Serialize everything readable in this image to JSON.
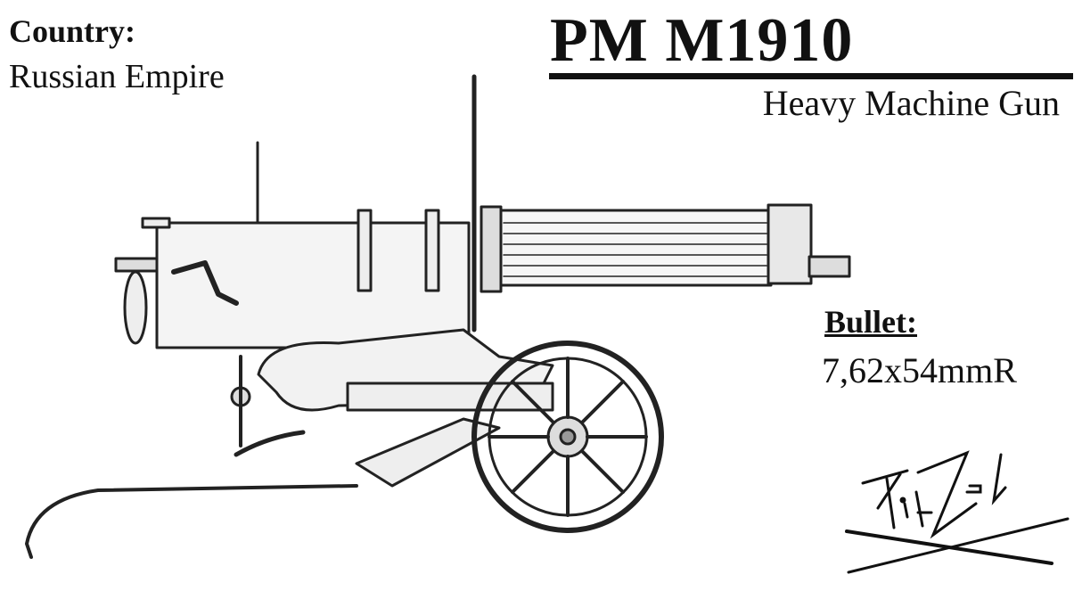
{
  "country": {
    "label": "Country:",
    "value": "Russian Empire"
  },
  "title": "PM M1910",
  "subtitle": "Heavy Machine Gun",
  "bullet": {
    "label": "Bullet:",
    "value": "7,62x54mmR"
  },
  "signature": "PikZel"
}
